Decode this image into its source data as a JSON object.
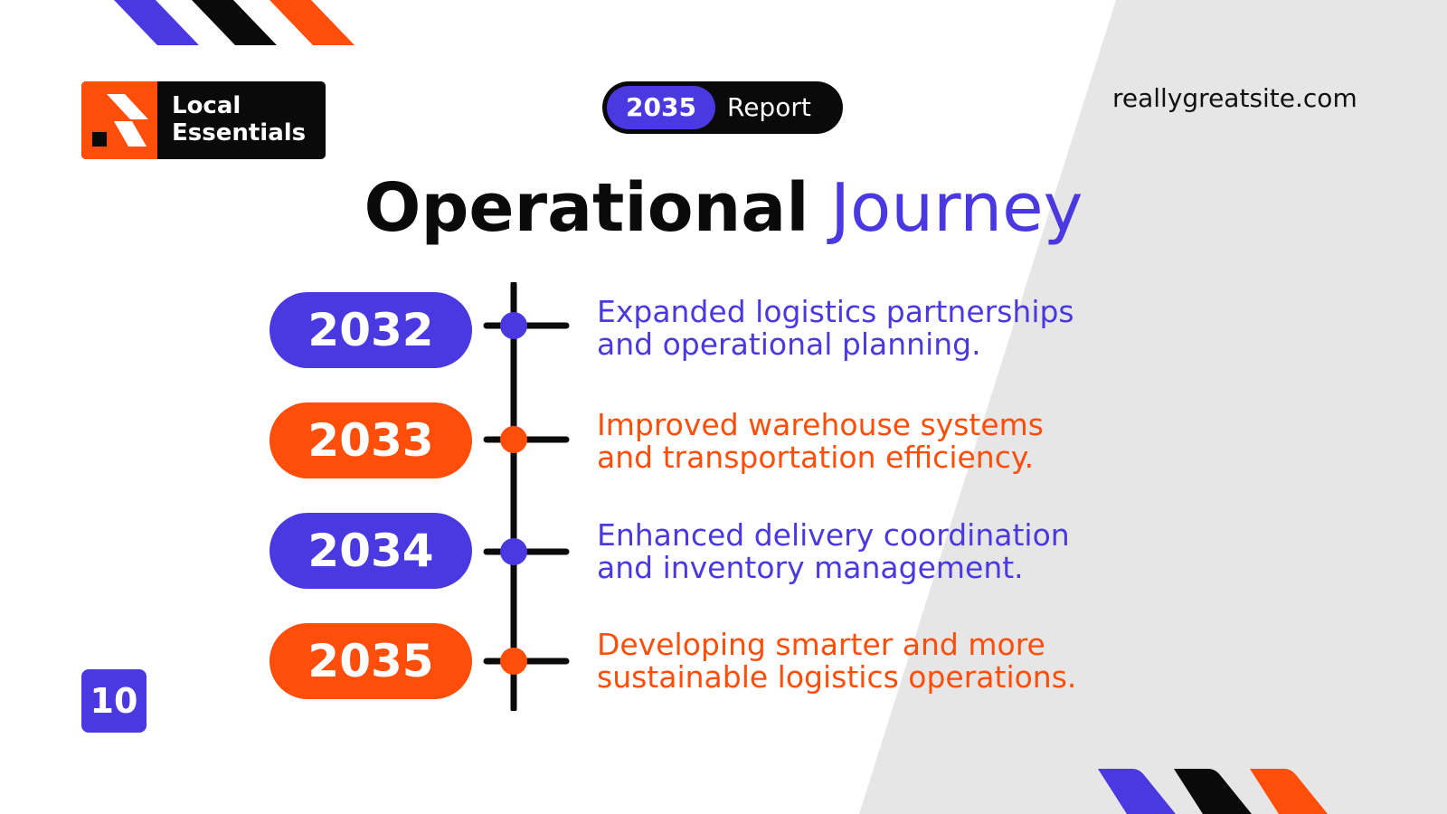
{
  "logo": {
    "line1": "Local",
    "line2": "Essentials"
  },
  "report_pill": {
    "year": "2035",
    "label": "Report"
  },
  "website": "reallygreatsite.com",
  "title": {
    "part1": "Operational",
    "part2": "Journey"
  },
  "timeline": [
    {
      "year": "2032",
      "color": "#4a38e0",
      "line1": "Expanded logistics partnerships",
      "line2": "and operational planning."
    },
    {
      "year": "2033",
      "color": "#ff4d0a",
      "line1": "Improved warehouse systems",
      "line2": "and transportation efficiency."
    },
    {
      "year": "2034",
      "color": "#4a38e0",
      "line1": "Enhanced delivery coordination",
      "line2": "and inventory management."
    },
    {
      "year": "2035",
      "color": "#ff4d0a",
      "line1": "Developing smarter and more",
      "line2": "sustainable logistics operations."
    }
  ],
  "page_number": "10",
  "colors": {
    "blue": "#4a38e0",
    "orange": "#ff4d0a",
    "black": "#0a0a0a",
    "grey": "#e6e6e6"
  }
}
